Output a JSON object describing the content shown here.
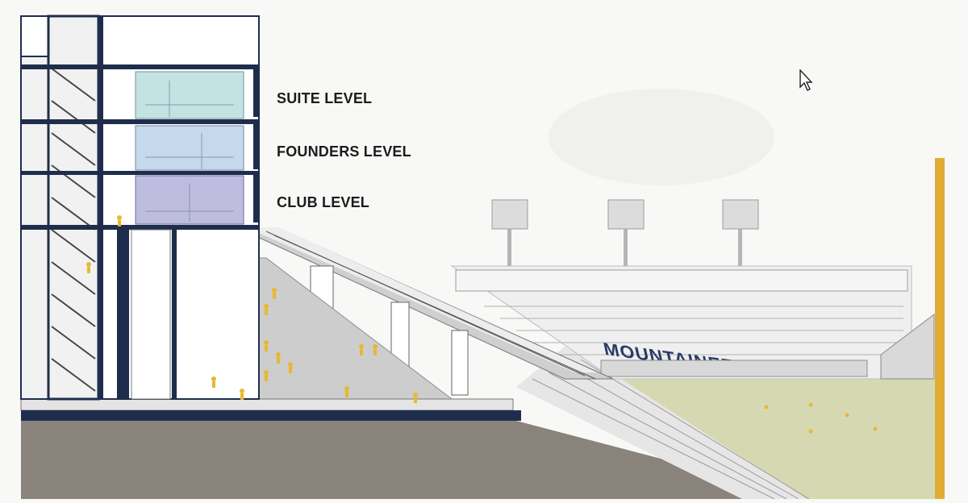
{
  "labels": {
    "suite": "SUITE LEVEL",
    "founders": "FOUNDERS LEVEL",
    "club": "CLUB LEVEL"
  },
  "banner": {
    "text": "MOUNTAINEERS"
  },
  "colors": {
    "navy_structure": "#1f2d4d",
    "suite_glass": "#b9dede",
    "founders_glass": "#bcd3ea",
    "club_glass": "#b9b6dc",
    "people": "#e7b832",
    "field": "#d6d8b2",
    "ground": "#8a837b",
    "gold_bar": "#e0ac34",
    "background": "#f8f8f6"
  },
  "icons": [
    "cursor-arrow-icon",
    "floodlight-icon"
  ]
}
